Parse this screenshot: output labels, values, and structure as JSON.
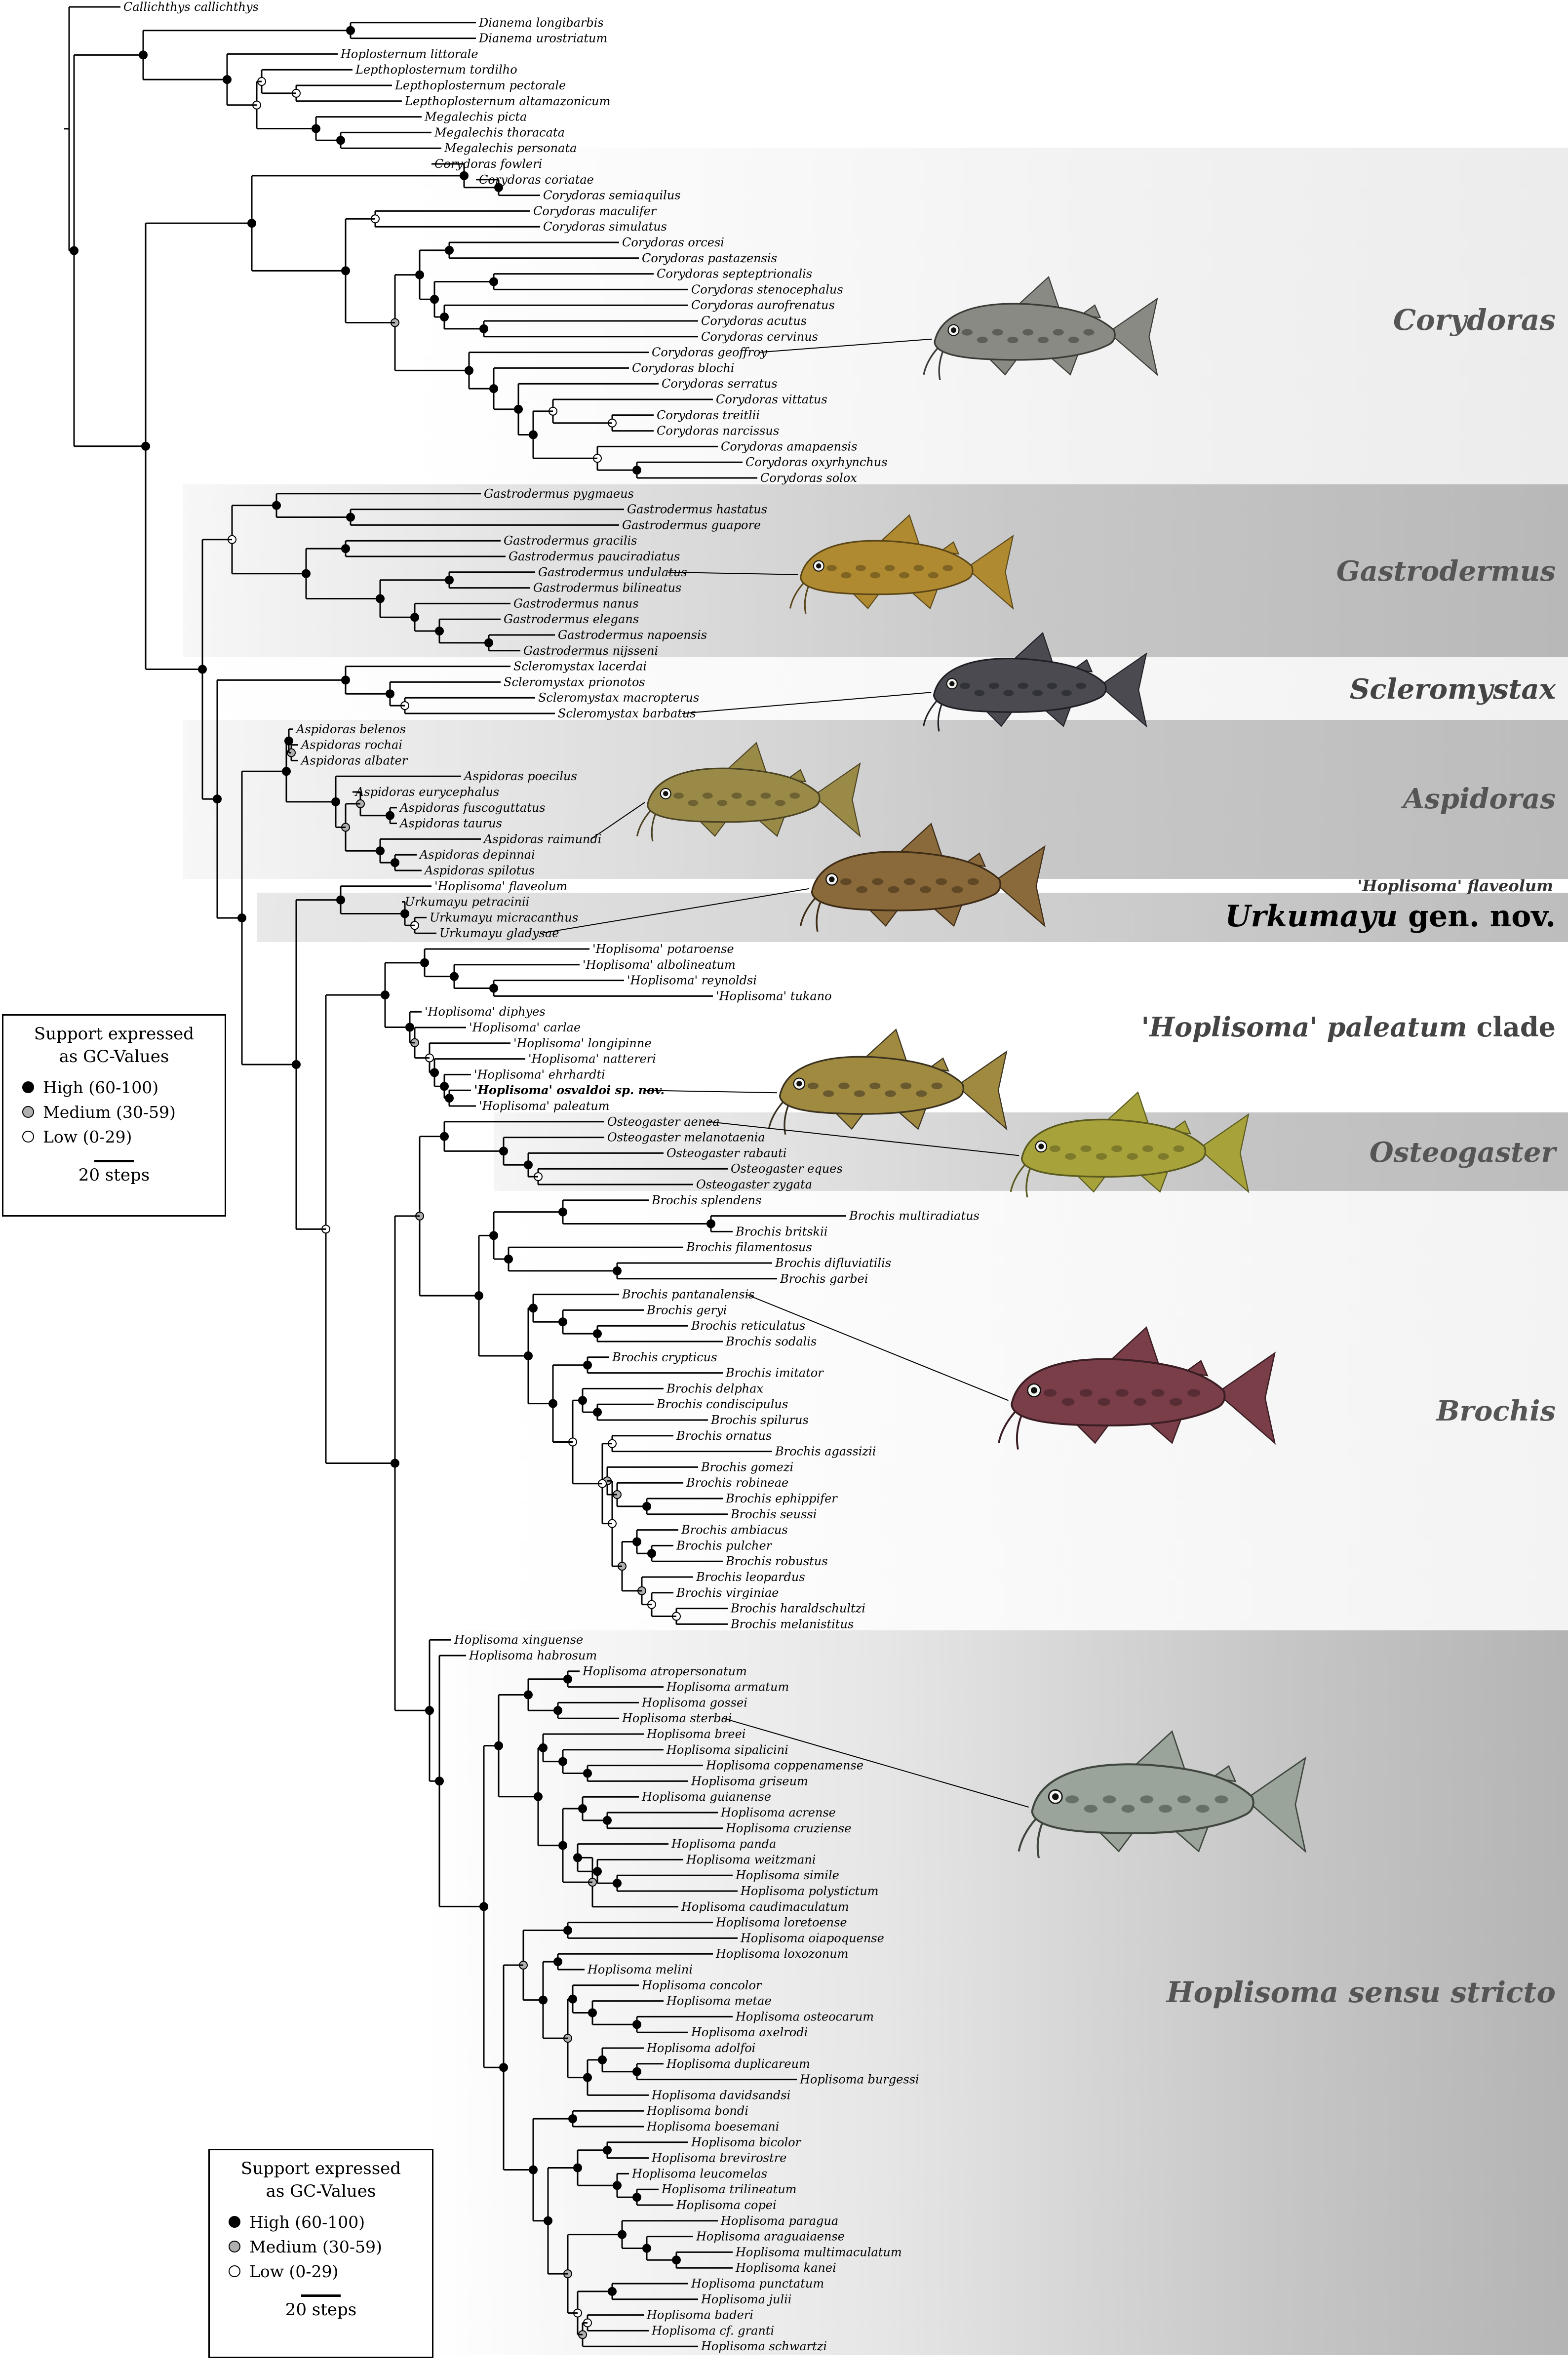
{
  "outgroup": {
    "root": "Callichthys callichthys",
    "dianema": [
      "Dianema longibarbis",
      "Dianema urostriatum"
    ],
    "hoplo_group": [
      "Hoplosternum littorale",
      "Lepthoplosternum tordilho",
      "Lepthoplosternum pectorale",
      "Lepthoplosternum altamazonicum",
      "Megalechis picta",
      "Megalechis thoracata",
      "Megalechis personata"
    ]
  },
  "clades": [
    {
      "id": "corydoras",
      "label": "Corydoras",
      "taxa": [
        "Corydoras fowleri",
        "Corydoras coriatae",
        "Corydoras semiaquilus",
        "Corydoras maculifer",
        "Corydoras simulatus",
        "Corydoras orcesi",
        "Corydoras pastazensis",
        "Corydoras septeptrionalis",
        "Corydoras stenocephalus",
        "Corydoras aurofrenatus",
        "Corydoras acutus",
        "Corydoras cervinus",
        "Corydoras geoffroy",
        "Corydoras blochi",
        "Corydoras serratus",
        "Corydoras vittatus",
        "Corydoras treitlii",
        "Corydoras narcissus",
        "Corydoras amapaensis",
        "Corydoras oxyrhynchus",
        "Corydoras solox"
      ]
    },
    {
      "id": "gastrodermus",
      "label": "Gastrodermus",
      "taxa": [
        "Gastrodermus pygmaeus",
        "Gastrodermus hastatus",
        "Gastrodermus guapore",
        "Gastrodermus gracilis",
        "Gastrodermus pauciradiatus",
        "Gastrodermus undulatus",
        "Gastrodermus bilineatus",
        "Gastrodermus nanus",
        "Gastrodermus elegans",
        "Gastrodermus napoensis",
        "Gastrodermus nijsseni"
      ]
    },
    {
      "id": "scleromystax",
      "label": "Scleromystax",
      "taxa": [
        "Scleromystax lacerdai",
        "Scleromystax prionotos",
        "Scleromystax macropterus",
        "Scleromystax barbatus"
      ]
    },
    {
      "id": "aspidoras",
      "label": "Aspidoras",
      "taxa": [
        "Aspidoras belenos",
        "Aspidoras rochai",
        "Aspidoras albater",
        "Aspidoras poecilus",
        "Aspidoras eurycephalus",
        "Aspidoras fuscoguttatus",
        "Aspidoras taurus",
        "Aspidoras raimundi",
        "Aspidoras depinnai",
        "Aspidoras spilotus"
      ]
    },
    {
      "id": "flaveolum",
      "label": "'Hoplisoma' flaveolum",
      "taxa": [
        "'Hoplisoma' flaveolum"
      ]
    },
    {
      "id": "urkumayu",
      "label": "Urkumayu",
      "label_suffix": "gen. nov.",
      "taxa": [
        "Urkumayu petracinii",
        "Urkumayu micracanthus",
        "Urkumayu gladysae"
      ]
    },
    {
      "id": "paleatum",
      "label": "'Hoplisoma' paleatum",
      "label_suffix": "clade",
      "taxa": [
        "'Hoplisoma' potaroense",
        "'Hoplisoma' albolineatum",
        "'Hoplisoma' reynoldsi",
        "'Hoplisoma' tukano",
        "'Hoplisoma' diphyes",
        "'Hoplisoma' carlae",
        "'Hoplisoma' longipinne",
        "'Hoplisoma' nattereri",
        "'Hoplisoma' ehrhardti",
        "'Hoplisoma' osvaldoi sp. nov.",
        "'Hoplisoma' paleatum"
      ]
    },
    {
      "id": "osteogaster",
      "label": "Osteogaster",
      "taxa": [
        "Osteogaster aenea",
        "Osteogaster melanotaenia",
        "Osteogaster rabauti",
        "Osteogaster eques",
        "Osteogaster zygata"
      ]
    },
    {
      "id": "brochis",
      "label": "Brochis",
      "taxa": [
        "Brochis splendens",
        "Brochis multiradiatus",
        "Brochis britskii",
        "Brochis filamentosus",
        "Brochis difluviatilis",
        "Brochis garbei",
        "Brochis pantanalensis",
        "Brochis geryi",
        "Brochis reticulatus",
        "Brochis sodalis",
        "Brochis crypticus",
        "Brochis imitator",
        "Brochis delphax",
        "Brochis condiscipulus",
        "Brochis spilurus",
        "Brochis ornatus",
        "Brochis agassizii",
        "Brochis gomezi",
        "Brochis robineae",
        "Brochis ephippifer",
        "Brochis seussi",
        "Brochis ambiacus",
        "Brochis pulcher",
        "Brochis robustus",
        "Brochis leopardus",
        "Brochis virginiae",
        "Brochis haraldschultzi",
        "Brochis melanistitus"
      ]
    },
    {
      "id": "hoplisoma",
      "label": "Hoplisoma sensu stricto",
      "taxa": [
        "Hoplisoma xinguense",
        "Hoplisoma habrosum",
        "Hoplisoma atropersonatum",
        "Hoplisoma armatum",
        "Hoplisoma gossei",
        "Hoplisoma sterbai",
        "Hoplisoma breei",
        "Hoplisoma sipalicini",
        "Hoplisoma coppenamense",
        "Hoplisoma griseum",
        "Hoplisoma guianense",
        "Hoplisoma acrense",
        "Hoplisoma cruziense",
        "Hoplisoma panda",
        "Hoplisoma weitzmani",
        "Hoplisoma simile",
        "Hoplisoma polystictum",
        "Hoplisoma caudimaculatum",
        "Hoplisoma loretoense",
        "Hoplisoma oiapoquense",
        "Hoplisoma loxozonum",
        "Hoplisoma melini",
        "Hoplisoma concolor",
        "Hoplisoma metae",
        "Hoplisoma osteocarum",
        "Hoplisoma axelrodi",
        "Hoplisoma adolfoi",
        "Hoplisoma duplicareum",
        "Hoplisoma burgessi",
        "Hoplisoma davidsandsi",
        "Hoplisoma bondi",
        "Hoplisoma boesemani",
        "Hoplisoma bicolor",
        "Hoplisoma brevirostre",
        "Hoplisoma leucomelas",
        "Hoplisoma trilineatum",
        "Hoplisoma copei",
        "Hoplisoma paragua",
        "Hoplisoma araguaiaense",
        "Hoplisoma multimaculatum",
        "Hoplisoma kanei",
        "Hoplisoma punctatum",
        "Hoplisoma julii",
        "Hoplisoma baderi",
        "Hoplisoma cf. granti",
        "Hoplisoma schwartzi"
      ]
    }
  ],
  "legend": {
    "title_line1": "Support expressed",
    "title_line2": "as GC-Values",
    "items": [
      {
        "label": "High (60-100)",
        "color": "#000000"
      },
      {
        "label": "Medium (30-59)",
        "color": "#b0b0b0"
      },
      {
        "label": "Low (0-29)",
        "color": "#ffffff"
      }
    ],
    "scale_label": "20 steps"
  },
  "colors": {
    "band_light": "#f0f0f0",
    "band_dark": "#c4c4c4",
    "label": "#5a5a5a",
    "line": "#000000"
  },
  "fish": [
    {
      "name": "fish-corydoras-icon",
      "body": "#8a8a84",
      "dark": "#3a3a36"
    },
    {
      "name": "fish-gastrodermus-icon",
      "body": "#b08a30",
      "dark": "#5a4618"
    },
    {
      "name": "fish-scleromystax-icon",
      "body": "#4a4a50",
      "dark": "#1e1e24"
    },
    {
      "name": "fish-aspidoras-icon",
      "body": "#9a8a48",
      "dark": "#4a4222"
    },
    {
      "name": "fish-urkumayu-icon",
      "body": "#8a6a3a",
      "dark": "#3e2c16"
    },
    {
      "name": "fish-paleatum-icon",
      "body": "#a08a40",
      "dark": "#3a3220"
    },
    {
      "name": "fish-osteogaster-icon",
      "body": "#a8a23a",
      "dark": "#5a5a20"
    },
    {
      "name": "fish-brochis-icon",
      "body": "#7a3e48",
      "dark": "#3a1e24"
    },
    {
      "name": "fish-hoplisoma-icon",
      "body": "#9aa49a",
      "dark": "#3e463e"
    }
  ]
}
